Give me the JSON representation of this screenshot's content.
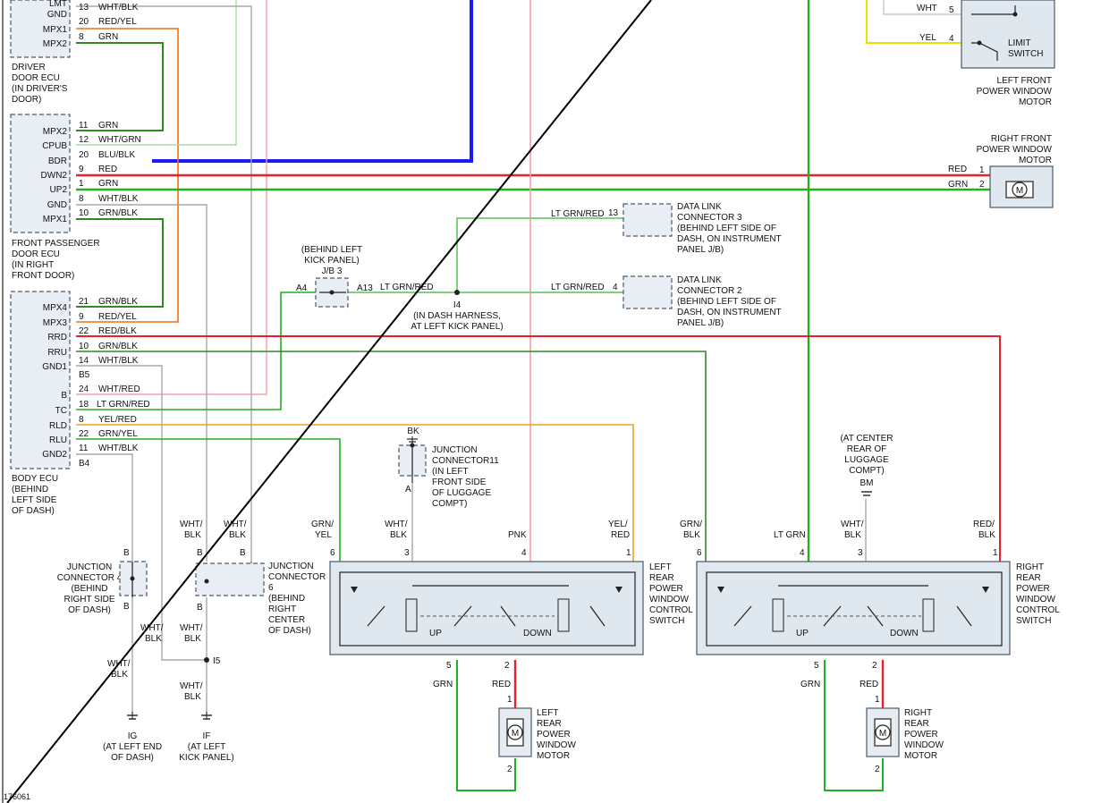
{
  "colors": {
    "red": "#e8202a",
    "green": "#22b022",
    "dark_green": "#2e8b22",
    "blue": "#1a1aff",
    "orange": "#f07010",
    "yellow": "#f0e000",
    "amber": "#f0a020",
    "pink": "#f2a0a8",
    "lt_green": "#80d080",
    "gray": "#a8a8a8",
    "dark_gray": "#777777"
  },
  "ecus": {
    "driver": {
      "title": [
        "DRIVER",
        "DOOR ECU",
        "(IN DRIVER'S",
        "DOOR)"
      ],
      "pins": [
        "LMT",
        "GND",
        "MPX1",
        "MPX2"
      ],
      "pin_nums": [
        "13",
        "20",
        "8"
      ],
      "wires": [
        "WHT/BLK",
        "RED/YEL",
        "GRN"
      ]
    },
    "passenger": {
      "title": [
        "FRONT PASSENGER",
        "DOOR ECU",
        "(IN RIGHT",
        "FRONT DOOR)"
      ],
      "pins": [
        "MPX2",
        "CPUB",
        "BDR",
        "DWN2",
        "UP2",
        "GND",
        "MPX1"
      ],
      "pin_nums": [
        "11",
        "12",
        "20",
        "9",
        "1",
        "8",
        "10"
      ],
      "wires": [
        "GRN",
        "WHT/GRN",
        "BLU/BLK",
        "RED",
        "GRN",
        "WHT/BLK",
        "GRN/BLK"
      ]
    },
    "body": {
      "title": [
        "BODY ECU",
        "(BEHIND",
        "LEFT SIDE",
        "OF DASH)"
      ],
      "pins": [
        "MPX4",
        "MPX3",
        "RRD",
        "RRU",
        "GND1",
        "B",
        "TC",
        "RLD",
        "RLU",
        "GND2"
      ],
      "pin_nums": [
        "21",
        "9",
        "22",
        "10",
        "14",
        "24",
        "18",
        "8",
        "22",
        "11"
      ],
      "wires": [
        "GRN/BLK",
        "RED/YEL",
        "RED/BLK",
        "GRN/BLK",
        "WHT/BLK",
        "WHT/RED",
        "LT GRN/RED",
        "YEL/RED",
        "GRN/YEL",
        "WHT/BLK"
      ],
      "conn_b5": "B5",
      "conn_b4": "B4"
    }
  },
  "lf_motor": {
    "title": [
      "LEFT FRONT",
      "POWER WINDOW",
      "MOTOR"
    ],
    "limit": [
      "LIMIT",
      "SWITCH"
    ],
    "wires": [
      "WHT",
      "YEL"
    ],
    "pins": [
      "5",
      "4"
    ]
  },
  "rf_motor": {
    "title": [
      "RIGHT FRONT",
      "POWER WINDOW",
      "MOTOR"
    ],
    "wires": [
      "RED",
      "GRN"
    ],
    "pins": [
      "1",
      "2"
    ],
    "m": "M"
  },
  "dlc3": {
    "title": [
      "DATA LINK",
      "CONNECTOR 3",
      "(BEHIND LEFT SIDE OF",
      "DASH, ON INSTRUMENT",
      "PANEL J/B)"
    ],
    "wire": "LT GRN/RED",
    "pin": "13"
  },
  "dlc2": {
    "title": [
      "DATA LINK",
      "CONNECTOR 2",
      "(BEHIND LEFT SIDE OF",
      "DASH, ON INSTRUMENT",
      "PANEL J/B)"
    ],
    "wire": "LT GRN/RED",
    "pin": "4"
  },
  "jb3": {
    "title": [
      "(BEHIND LEFT",
      "KICK PANEL)",
      "J/B 3"
    ],
    "a4": "A4",
    "a13": "A13",
    "wire": "LT GRN/RED",
    "splice": "I4",
    "splice_note": [
      "(IN DASH HARNESS,",
      "AT LEFT KICK PANEL)"
    ]
  },
  "jc11": {
    "bk": "BK",
    "title": [
      "JUNCTION",
      "CONNECTOR11",
      "(IN LEFT",
      "FRONT SIDE",
      "OF LUGGAGE",
      "COMPT)"
    ],
    "a": "A"
  },
  "jc4": {
    "title": [
      "JUNCTION",
      "CONNECTOR 4",
      "(BEHIND",
      "RIGHT SIDE",
      "OF DASH)"
    ],
    "b_top": "B",
    "b_bot": "B"
  },
  "jc6": {
    "title": [
      "JUNCTION",
      "CONNECTOR",
      "6",
      "(BEHIND",
      "RIGHT",
      "CENTER",
      "OF DASH)"
    ],
    "b_labels": [
      "B",
      "B",
      "B"
    ]
  },
  "wire_labels": {
    "wht_blk_a": [
      "WHT/",
      "BLK"
    ],
    "wht_blk_b": [
      "WHT/",
      "BLK"
    ],
    "wht_blk_c": [
      "WHT/",
      "BLK"
    ],
    "wht_blk_d": [
      "WHT/",
      "BLK"
    ],
    "wht_blk_e": [
      "WHT/",
      "BLK"
    ],
    "wht_blk_f": [
      "WHT/",
      "BLK"
    ]
  },
  "grounds": {
    "ig": [
      "IG",
      "(AT LEFT END",
      "OF DASH)"
    ],
    "if": [
      "IF",
      "(AT LEFT",
      "KICK PANEL)"
    ],
    "i5": "I5",
    "bm": [
      "(AT CENTER",
      "REAR OF",
      "LUGGAGE",
      "COMPT)",
      "BM"
    ]
  },
  "lr_switch": {
    "title": [
      "LEFT",
      "REAR",
      "POWER",
      "WINDOW",
      "CONTROL",
      "SWITCH"
    ],
    "top_wires": [
      [
        "GRN/",
        "YEL"
      ],
      [
        "WHT/",
        "BLK"
      ],
      [
        "PNK"
      ],
      [
        "YEL/",
        "RED"
      ]
    ],
    "top_pins": [
      "6",
      "3",
      "4",
      "1"
    ],
    "up": "UP",
    "down": "DOWN",
    "bot_pins": [
      "5",
      "2"
    ],
    "bot_wires": [
      "GRN",
      "RED"
    ]
  },
  "rr_switch": {
    "title": [
      "RIGHT",
      "REAR",
      "POWER",
      "WINDOW",
      "CONTROL",
      "SWITCH"
    ],
    "top_wires": [
      [
        "GRN/",
        "BLK"
      ],
      [
        "LT GRN"
      ],
      [
        "WHT/",
        "BLK"
      ],
      [
        "RED/",
        "BLK"
      ]
    ],
    "top_pins": [
      "6",
      "4",
      "3",
      "1"
    ],
    "up": "UP",
    "down": "DOWN",
    "bot_pins": [
      "5",
      "2"
    ],
    "bot_wires": [
      "GRN",
      "RED"
    ]
  },
  "lr_motor": {
    "title": [
      "LEFT",
      "REAR",
      "POWER",
      "WINDOW",
      "MOTOR"
    ],
    "pins": [
      "1",
      "2"
    ],
    "m": "M"
  },
  "rr_motor": {
    "title": [
      "RIGHT",
      "REAR",
      "POWER",
      "WINDOW",
      "MOTOR"
    ],
    "pins": [
      "1",
      "2"
    ],
    "m": "M"
  },
  "figure_id": "176061"
}
